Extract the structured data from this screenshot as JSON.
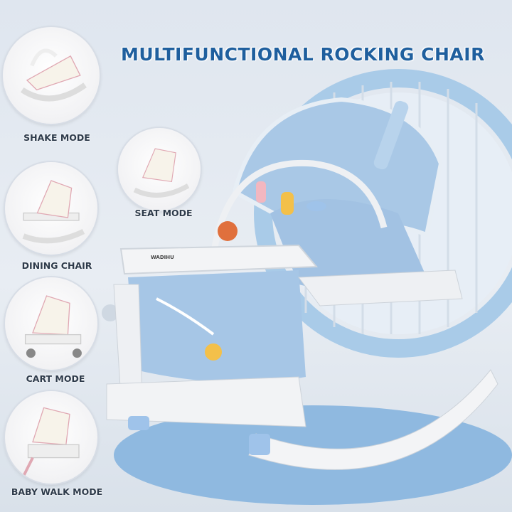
{
  "title": "MULTIFUNCTIONAL ROCKING CHAIR",
  "brand": "WADIHU",
  "modes": [
    {
      "label": "SHAKE MODE"
    },
    {
      "label": "SEAT MODE"
    },
    {
      "label": "DINING CHAIR"
    },
    {
      "label": "CART MODE"
    },
    {
      "label": "BABY WALK MODE"
    }
  ],
  "colors": {
    "title": "#1f5f9e",
    "fabric": "#a9c8e6",
    "frame": "#f1f2f4",
    "accent": "#f0a6b6"
  }
}
